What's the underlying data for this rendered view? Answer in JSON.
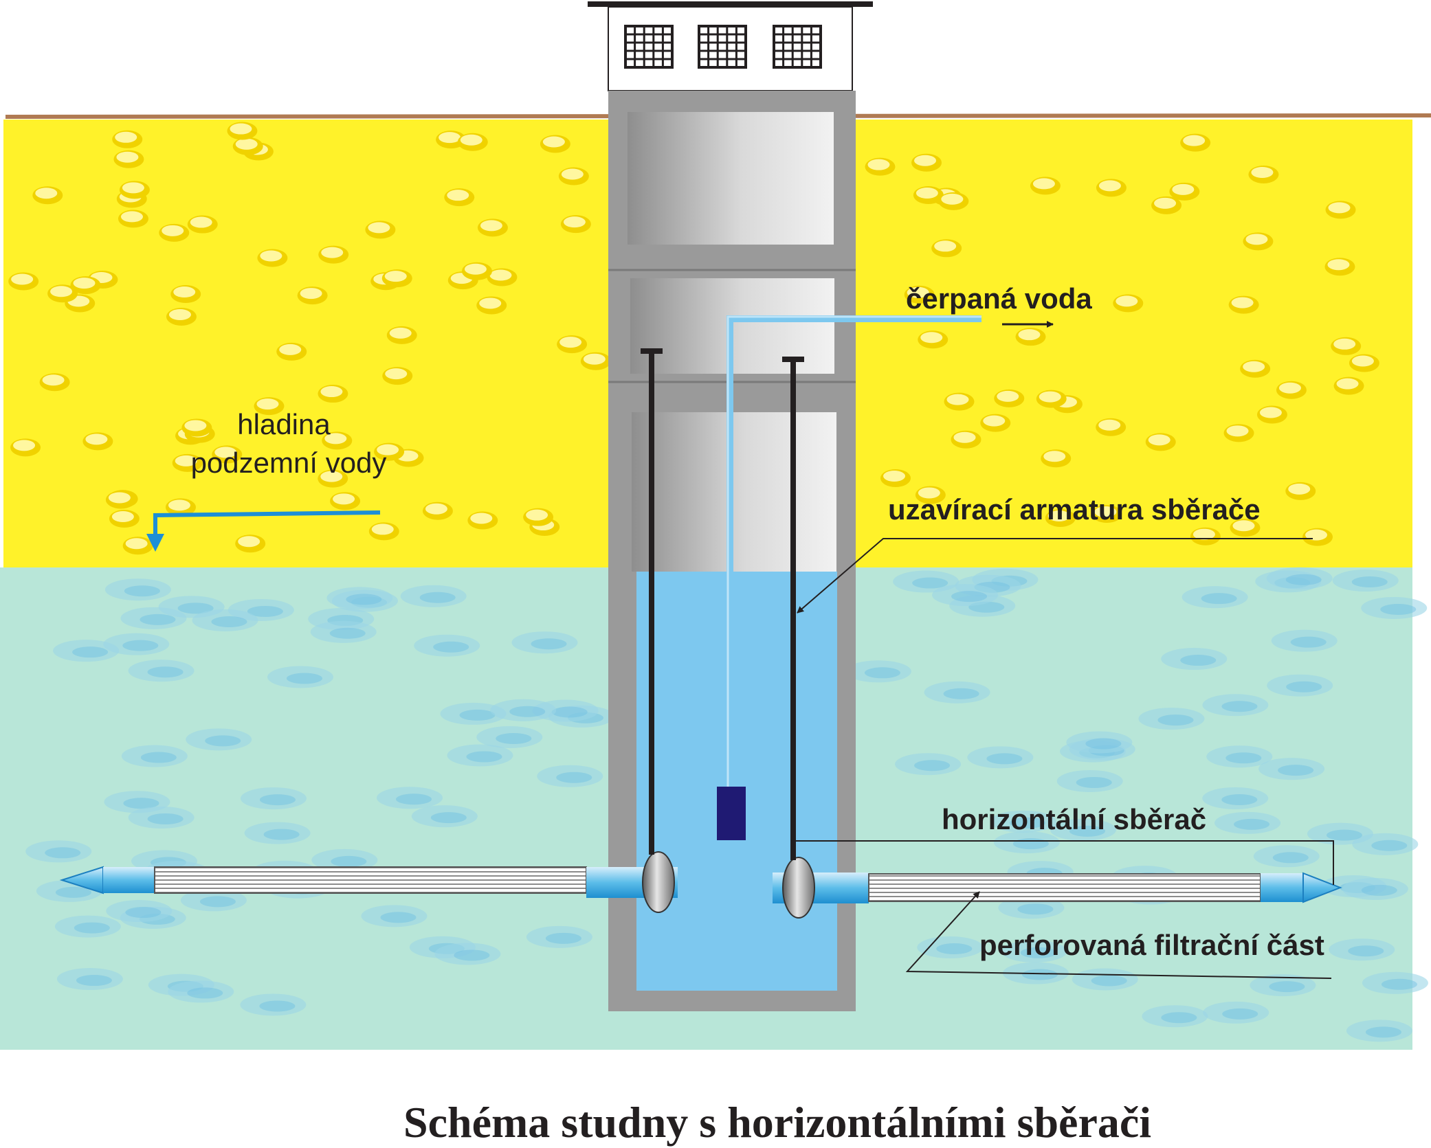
{
  "caption": "Schéma studny s horizontálními sběrači",
  "labels": {
    "groundwater_level": [
      "hladina",
      "podzemní vody"
    ],
    "pumped_water": "čerpaná voda",
    "shutoff_valve": "uzavírací armatura sběrače",
    "horizontal_collector": "horizontální sběrač",
    "perforated_section": "perforovaná filtrační část"
  },
  "colors": {
    "soil": "#fff22a",
    "soil_grain": "#f2d400",
    "aquifer": "#b8e6d8",
    "aquifer_ripple": "#7fc9e6",
    "well_water": "#7dc8ef",
    "well_wall": "#9a9a9a",
    "pipe_blue": "#2fa6e0",
    "pump": "#1f1a73",
    "ground_line": "#b07a52",
    "text": "#231f20"
  }
}
